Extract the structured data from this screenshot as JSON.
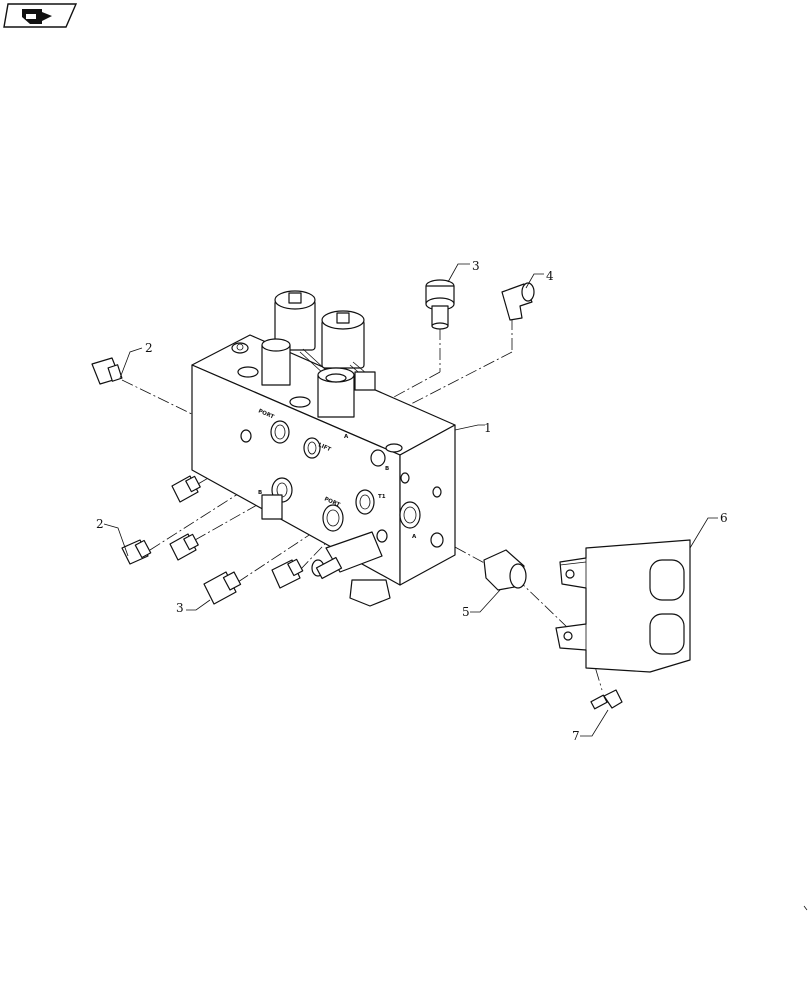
{
  "nav_icon": {
    "name": "page-navigation-arrow-icon"
  },
  "callouts": [
    {
      "id": "c1",
      "label": "1"
    },
    {
      "id": "c2a",
      "label": "2"
    },
    {
      "id": "c2b",
      "label": "2"
    },
    {
      "id": "c3a",
      "label": "3"
    },
    {
      "id": "c3b",
      "label": "3"
    },
    {
      "id": "c4",
      "label": "4"
    },
    {
      "id": "c5",
      "label": "5"
    },
    {
      "id": "c6",
      "label": "6"
    },
    {
      "id": "c7",
      "label": "7"
    }
  ],
  "port_markings": {
    "p1": "PORT",
    "p2": "LIFT",
    "p3": "A",
    "p4": "B",
    "p5": "PORT",
    "p6": "T1",
    "p7": "A",
    "p8": "B"
  }
}
